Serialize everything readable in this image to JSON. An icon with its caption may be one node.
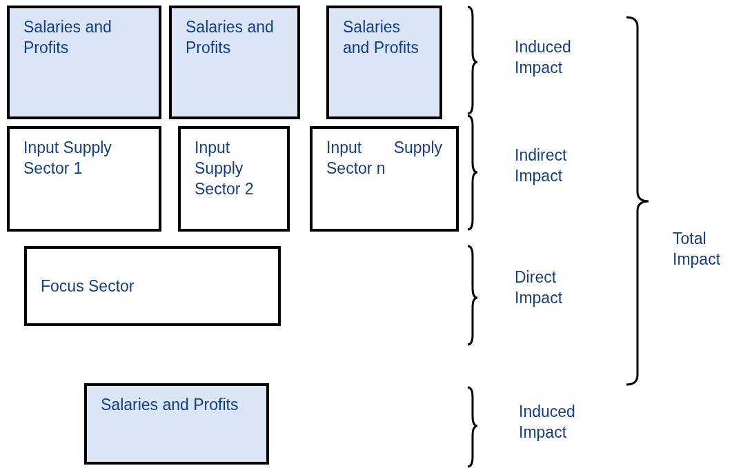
{
  "diagram": {
    "nodes": [
      {
        "text": [
          "Salaries and Profits"
        ]
      },
      {
        "text": [
          "Salaries and Profits"
        ]
      },
      {
        "text": [
          "Salaries and Profits"
        ]
      },
      {
        "text": [
          "Input Supply Sector 1"
        ]
      },
      {
        "text": [
          "Input Supply Sector 2"
        ]
      },
      {
        "text": [
          "Input Supply Sector n"
        ]
      },
      {
        "text": [
          "Focus Sector"
        ]
      },
      {
        "text": [
          "Salaries and Profits"
        ]
      }
    ],
    "labels": [
      "Induced Impact",
      "Indirect Impact",
      "Total Impact",
      "Direct Impact",
      "Induced Impact"
    ]
  }
}
